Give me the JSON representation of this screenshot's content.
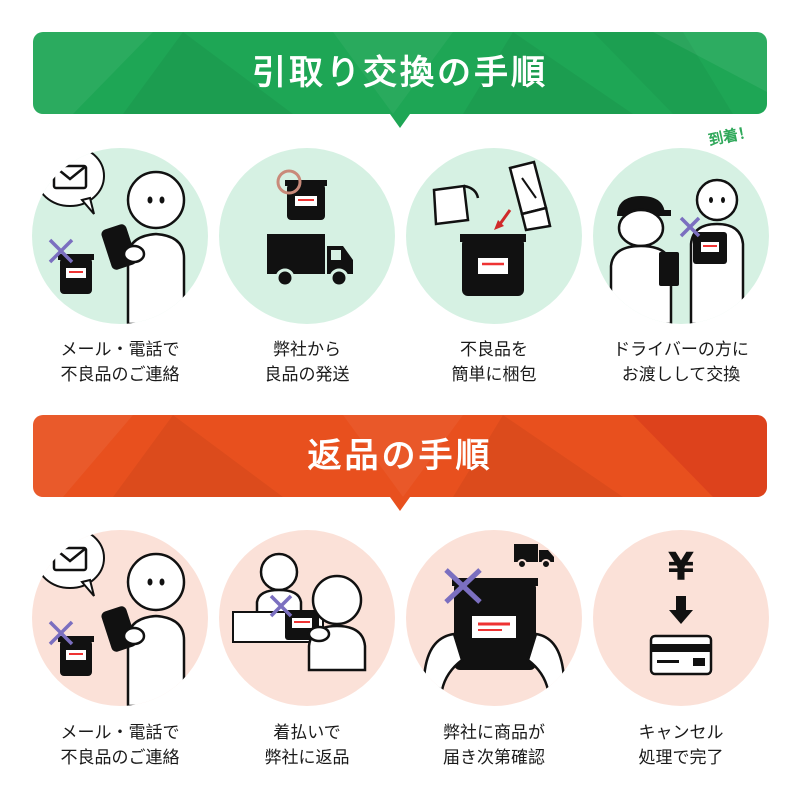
{
  "exchange": {
    "title": "引取り交換の手順",
    "color": "#1ea655",
    "circle_color": "#d6f1e3",
    "arrival_badge": "到着！",
    "steps": [
      {
        "line1": "メール・電話で",
        "line2": "不良品のご連絡",
        "icon": "person-with-phone-icon"
      },
      {
        "line1": "弊社から",
        "line2": "良品の発送",
        "icon": "delivery-truck-icon"
      },
      {
        "line1": "不良品を",
        "line2": "簡単に梱包",
        "icon": "packing-bag-icon"
      },
      {
        "line1": "ドライバーの方に",
        "line2": "お渡しして交換",
        "icon": "driver-handover-icon"
      }
    ]
  },
  "return": {
    "title": "返品の手順",
    "color": "#e8501e",
    "circle_color": "#fbe1d8",
    "steps": [
      {
        "line1": "メール・電話で",
        "line2": "不良品のご連絡",
        "icon": "person-with-phone-icon"
      },
      {
        "line1": "着払いで",
        "line2": "弊社に返品",
        "icon": "counter-return-icon"
      },
      {
        "line1": "弊社に商品が",
        "line2": "届き次第確認",
        "icon": "hands-holding-bag-icon"
      },
      {
        "line1": "キャンセル",
        "line2": "処理で完了",
        "icon": "yen-refund-card-icon"
      }
    ],
    "yen_symbol": "¥"
  }
}
